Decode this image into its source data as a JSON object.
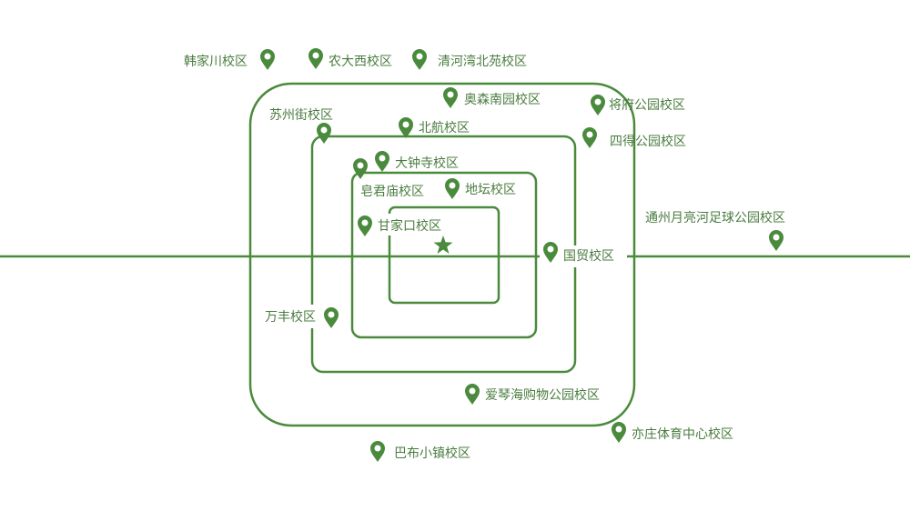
{
  "theme": {
    "line_color": "#4a8a3c",
    "pin_color": "#4a8a3c",
    "text_color": "#4a7c3f",
    "background": "#ffffff"
  },
  "center": {
    "icon": "star-icon"
  },
  "campuses": [
    {
      "id": "hanjiachuan",
      "label": "韩家川校区"
    },
    {
      "id": "nongdaxi",
      "label": "农大西校区"
    },
    {
      "id": "qinghewan",
      "label": "清河湾北苑校区"
    },
    {
      "id": "aosennanyuan",
      "label": "奥森南园校区"
    },
    {
      "id": "jiangfu",
      "label": "将府公园校区"
    },
    {
      "id": "suzhoujie",
      "label": "苏州街校区"
    },
    {
      "id": "beihang",
      "label": "北航校区"
    },
    {
      "id": "side",
      "label": "四得公园校区"
    },
    {
      "id": "dazhongsi",
      "label": "大钟寺校区"
    },
    {
      "id": "zaojunmiao",
      "label": "皂君庙校区"
    },
    {
      "id": "ditan",
      "label": "地坛校区"
    },
    {
      "id": "ganjiakou",
      "label": "甘家口校区"
    },
    {
      "id": "tongzhou",
      "label": "通州月亮河足球公园校区"
    },
    {
      "id": "guomao",
      "label": "国贸校区"
    },
    {
      "id": "wanfeng",
      "label": "万丰校区"
    },
    {
      "id": "aiqinhai",
      "label": "爱琴海购物公园校区"
    },
    {
      "id": "yizhuang",
      "label": "亦庄体育中心校区"
    },
    {
      "id": "babuxiaozhen",
      "label": "巴布小镇校区"
    }
  ]
}
